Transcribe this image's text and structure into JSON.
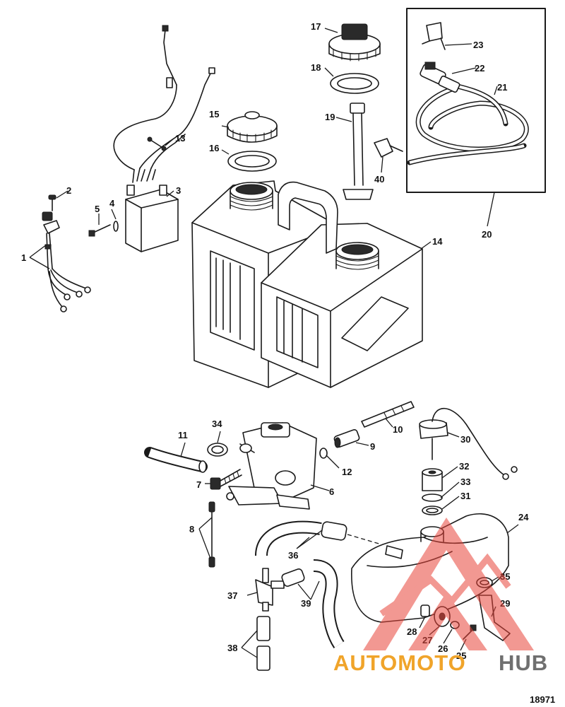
{
  "figure_number": "18971",
  "watermark": {
    "part1": "AUTOMOTO",
    "part2": "HUB",
    "color_primary": "#f0a42a",
    "color_secondary": "#6f6f6f",
    "logo_color": "#e8443a"
  },
  "callouts": [
    "1",
    "2",
    "3",
    "4",
    "5",
    "6",
    "7",
    "8",
    "9",
    "10",
    "11",
    "12",
    "13",
    "14",
    "15",
    "16",
    "17",
    "18",
    "19",
    "20",
    "21",
    "22",
    "23",
    "24",
    "25",
    "26",
    "27",
    "28",
    "29",
    "30",
    "31",
    "32",
    "33",
    "34",
    "35",
    "36",
    "37",
    "38",
    "39",
    "40"
  ]
}
